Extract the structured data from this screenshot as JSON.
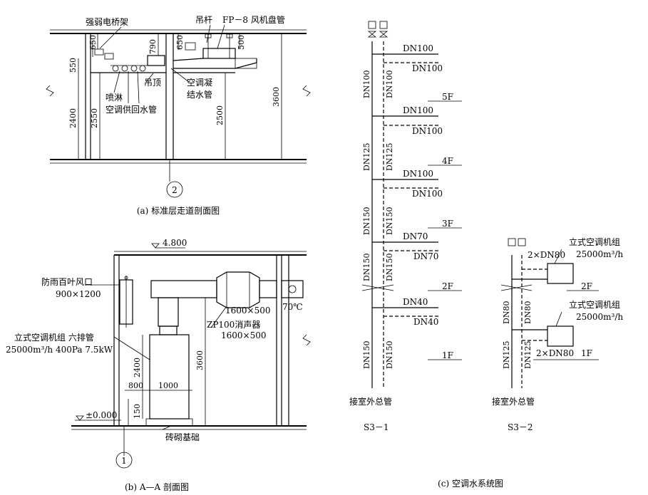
{
  "panel_a": {
    "caption": "(a) 标准层走道剖面图",
    "labels": {
      "cable_tray": "强弱电桥架",
      "hanger": "吊杆",
      "fan_coil": "FP－8 风机盘管",
      "sprinkler": "喷淋",
      "ac_supply_return": "空调供回水管",
      "ceiling": "吊顶",
      "condensate_1": "空调凝",
      "condensate_2": "结水管",
      "axis": "2"
    },
    "dims": [
      "650",
      "790",
      "650",
      "500",
      "550",
      "2400",
      "2550",
      "2500",
      "3600"
    ]
  },
  "panel_b": {
    "caption": "(b) A—A 剖面图",
    "labels": {
      "elev_top": "4.800",
      "elev_zero": "±0.000",
      "louver": "防雨百叶风口",
      "louver_size": "900×1200",
      "ahu": "立式空调机组 六排管",
      "ahu_spec": "25000m³/h 400Pa 7.5kW",
      "duct_size": "1600×500",
      "silencer": "ZP100消声器",
      "silencer_size": "1600×500",
      "fire_damper": "70℃",
      "base": "砖砌基础",
      "axis": "1"
    },
    "dims": [
      "2400",
      "800",
      "1000",
      "150",
      "3600"
    ]
  },
  "panel_c": {
    "caption": "(c) 空调水系统图",
    "s31": {
      "name": "S3－1",
      "floors": [
        "5F",
        "4F",
        "3F",
        "2F",
        "1F"
      ],
      "branches": [
        {
          "supply": "DN100",
          "ret": "DN100"
        },
        {
          "supply": "DN100",
          "ret": "DN100"
        },
        {
          "supply": "DN100",
          "ret": "DN100"
        },
        {
          "supply": "DN70",
          "ret": "DN70"
        },
        {
          "supply": "DN40",
          "ret": "DN40"
        }
      ],
      "risers": [
        "DN100",
        "DN100",
        "DN125",
        "DN125",
        "DN150",
        "DN150",
        "DN150",
        "DN150",
        "DN150",
        "DN150"
      ],
      "bottom": "接室外总管"
    },
    "s32": {
      "name": "S3－2",
      "ahu_1": "立式空调机组",
      "flow_1": "25000m³/h",
      "ahu_2": "立式空调机组",
      "flow_2": "25000m³/h",
      "branch_1": "2×DN80",
      "branch_2": "2×DN80",
      "floors": [
        "2F",
        "1F"
      ],
      "risers": [
        "DN80",
        "DN80",
        "DN125",
        "DN125"
      ],
      "bottom": "接室外总管"
    }
  }
}
